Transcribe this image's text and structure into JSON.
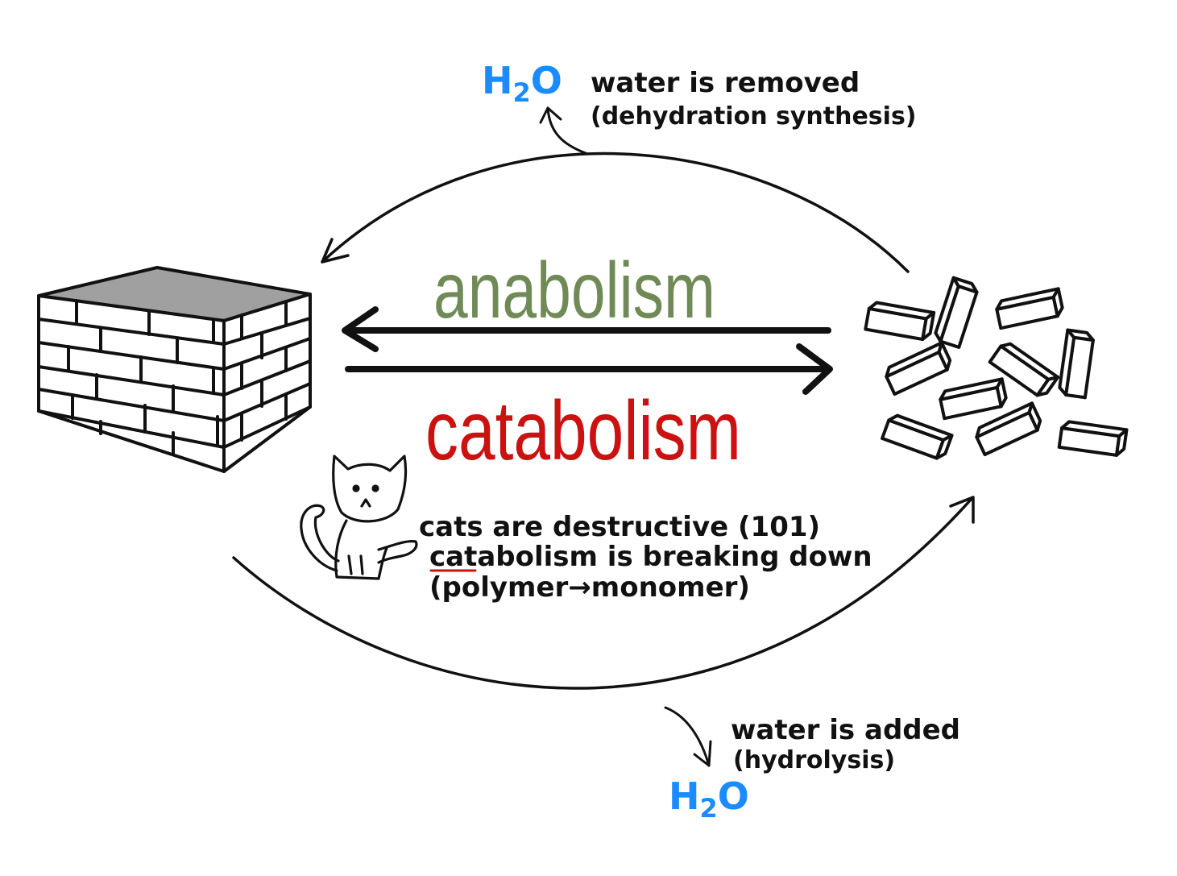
{
  "colors": {
    "ink": "#111111",
    "water": "#1a8cff",
    "anabolism": "#6f8a57",
    "catabolism": "#cc1111",
    "wall_top": "#a0a0a0",
    "underline": "#cc1111"
  },
  "top": {
    "h2o_main": "H",
    "h2o_sub": "2",
    "h2o_end": "O",
    "note_line1": "water is removed",
    "note_line2": "(dehydration synthesis)"
  },
  "labels": {
    "anabolism": "anabolism",
    "catabolism": "catabolism"
  },
  "cat_note": {
    "line1": "cats are destructive (101)",
    "line2_underlined": "cat",
    "line2_rest": "abolism is breaking down",
    "line3": "(polymer→monomer)"
  },
  "bottom": {
    "note_line1": "water is added",
    "note_line2": "(hydrolysis)",
    "h2o_main": "H",
    "h2o_sub": "2",
    "h2o_end": "O"
  },
  "icons": {
    "polymer": "brick-wall-icon",
    "monomers": "scattered-blocks-icon",
    "mascot": "cat-icon"
  }
}
